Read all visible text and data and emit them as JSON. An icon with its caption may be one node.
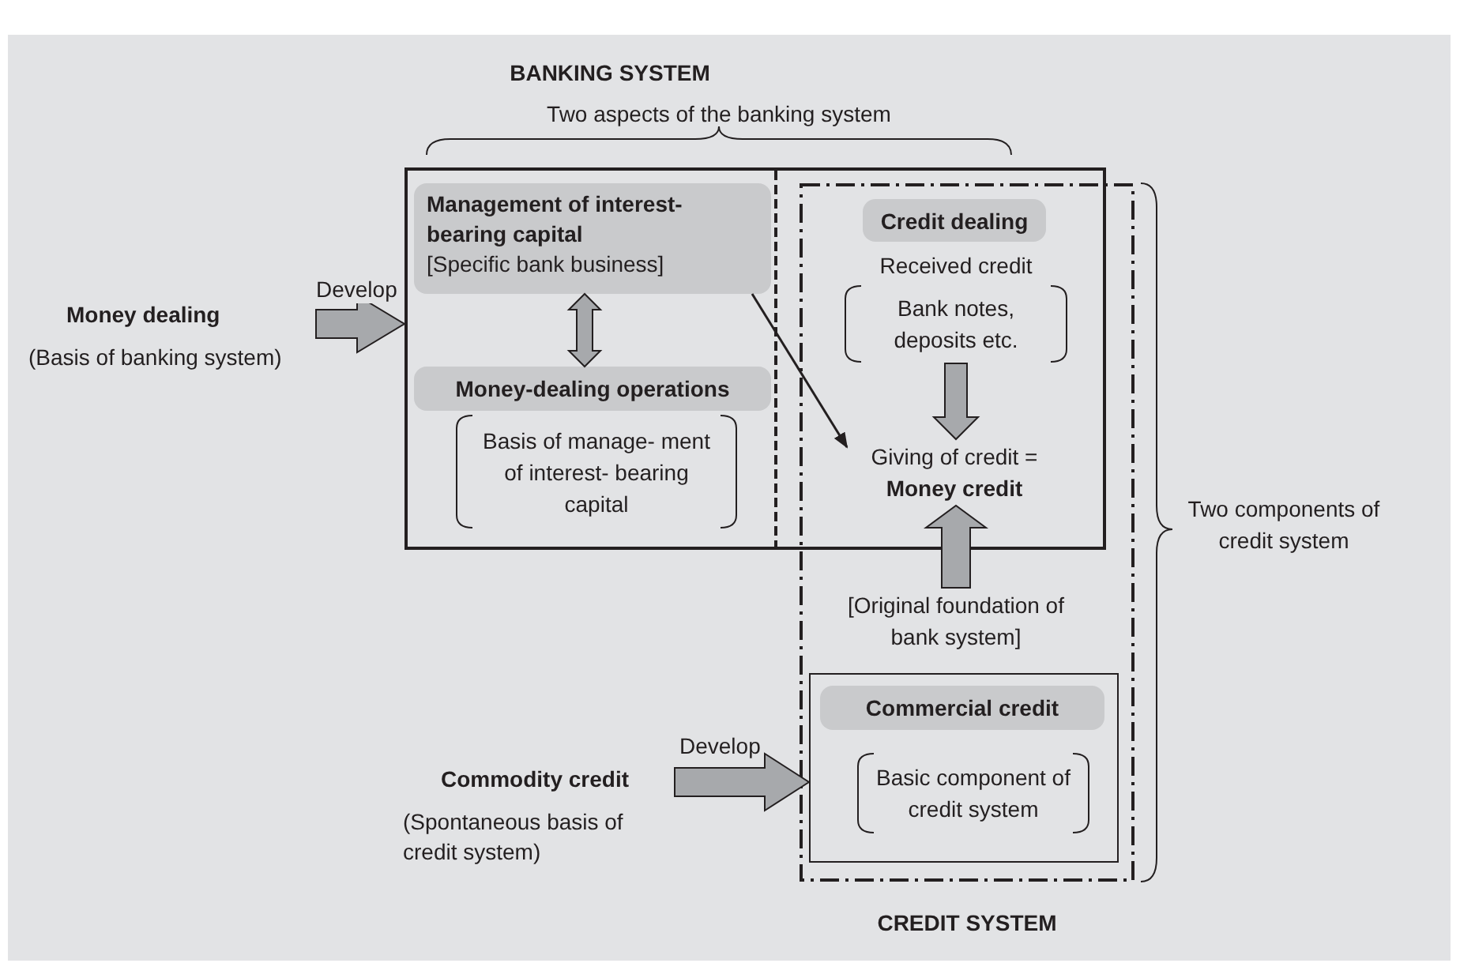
{
  "diagram": {
    "nodes": [
      {
        "text": [
          "BANKING SYSTEM"
        ],
        "beside": [
          "Two aspects of the banking system"
        ]
      },
      {
        "text": [
          "Money dealing",
          "(Basis of banking system)"
        ]
      },
      {
        "text": [
          "Management of interest-bearing capital",
          "[Specific bank business]"
        ],
        "in": 0
      },
      {
        "text": [
          "Money-dealing operations"
        ],
        "in": 0
      },
      {
        "text": [
          "Basis of manage- ment of interest- bearing capital"
        ],
        "in": 0
      },
      {
        "text": [
          "CREDIT SYSTEM"
        ],
        "beside": [
          "Two components of credit system"
        ]
      },
      {
        "text": [
          "Credit dealing"
        ]
      },
      {
        "text": [
          "Bank notes, deposits etc."
        ],
        "beside": [
          "Received credit"
        ]
      },
      {
        "text": [
          "Giving of credit = **Money credit**"
        ]
      },
      {
        "text": [
          "[Original foundation of bank system]"
        ],
        "in": 5
      },
      {
        "text": [
          "Commercial credit"
        ],
        "in": 5
      },
      {
        "text": [
          "Basic component of credit system"
        ],
        "in": 10
      },
      {
        "text": [
          "Commodity credit",
          "(Spontaneous basis of credit system)"
        ]
      }
    ],
    "edges": [
      {
        "from": 1,
        "to": 0,
        "arrow": "to",
        "label": "Develop",
        "style": "thick"
      },
      {
        "from": 2,
        "to": 3,
        "arrow": "both",
        "style": "thick"
      },
      {
        "from": 2,
        "to": 8,
        "arrow": "to"
      },
      {
        "from": 7,
        "to": 8,
        "arrow": "to",
        "style": "thick"
      },
      {
        "from": 9,
        "to": 8,
        "arrow": "to",
        "style": "thick"
      },
      {
        "from": 12,
        "to": 10,
        "arrow": "to",
        "label": "Develop",
        "style": "thick"
      }
    ]
  }
}
